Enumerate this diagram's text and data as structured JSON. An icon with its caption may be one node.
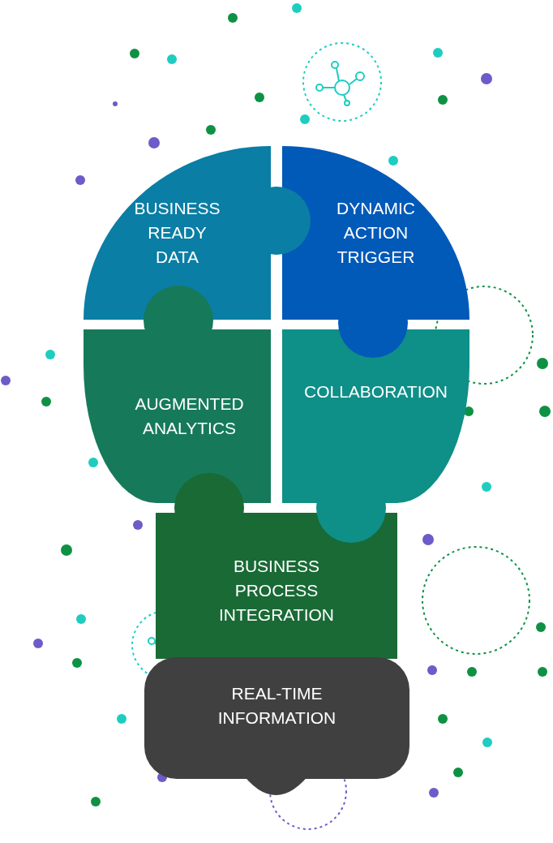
{
  "diagram": {
    "nodes": [
      {
        "text": [
          "BUSINESS READY DATA"
        ]
      },
      {
        "text": [
          "DYNAMIC ACTION TRIGGER"
        ]
      },
      {
        "text": [
          "AUGMENTED ANALYTICS"
        ]
      },
      {
        "text": [
          "COLLABORATION"
        ]
      },
      {
        "text": [
          "BUSINESS PROCESS INTEGRATION"
        ]
      },
      {
        "text": [
          "REAL-TIME INFORMATION"
        ]
      }
    ]
  }
}
